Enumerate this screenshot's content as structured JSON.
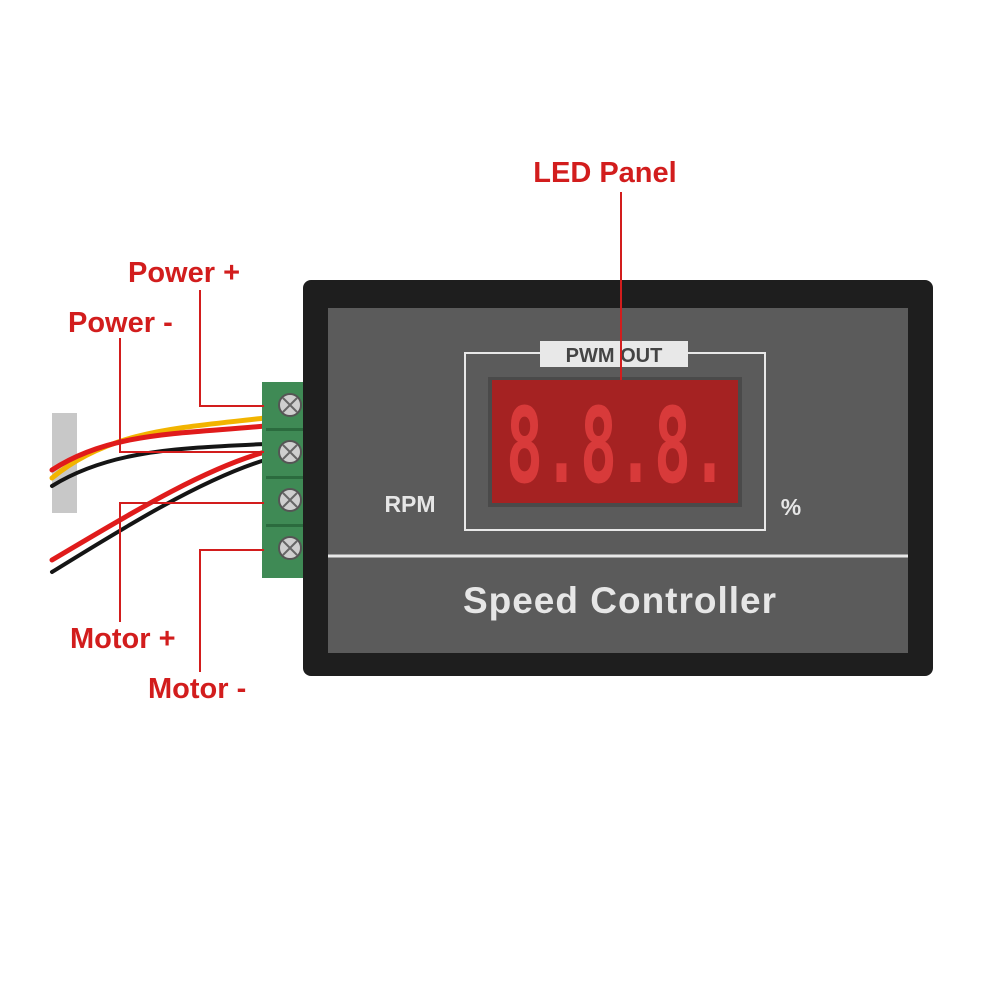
{
  "callouts": {
    "led_panel": "LED Panel",
    "power_plus": "Power +",
    "power_minus": "Power -",
    "motor_plus": "Motor +",
    "motor_minus": "Motor -"
  },
  "device": {
    "display_label": "PWM OUT",
    "left_unit": "RPM",
    "right_unit": "%",
    "name": "Speed Controller",
    "display_digits": "8.8.8."
  },
  "colors": {
    "callout": "#d21d1d",
    "led": "#a52222",
    "segment": "#d83a3a",
    "case": "#1e1e1e",
    "faceplate": "#5b5b5b",
    "terminal": "#3f8a55"
  }
}
